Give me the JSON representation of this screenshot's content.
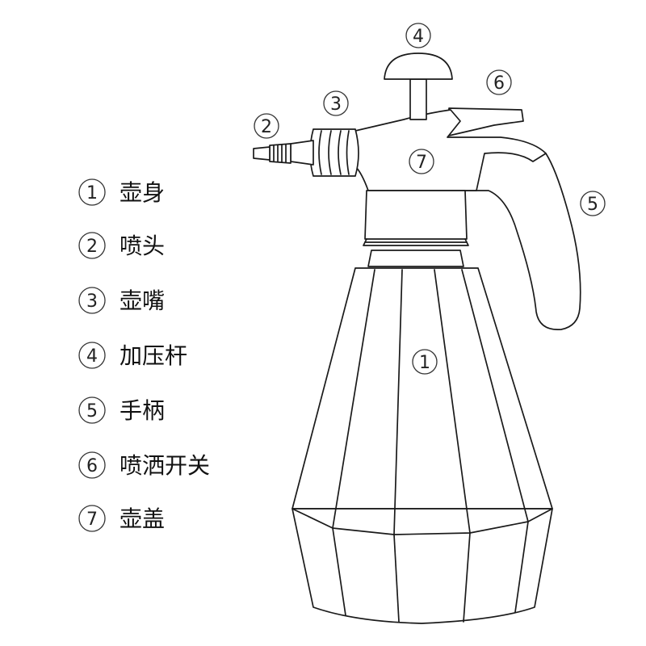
{
  "legend": [
    {
      "number": "1",
      "label": "壶身"
    },
    {
      "number": "2",
      "label": "喷头"
    },
    {
      "number": "3",
      "label": "壶嘴"
    },
    {
      "number": "4",
      "label": "加压杆"
    },
    {
      "number": "5",
      "label": "手柄"
    },
    {
      "number": "6",
      "label": "喷洒开关"
    },
    {
      "number": "7",
      "label": "壶盖"
    }
  ],
  "callouts": {
    "body": "1",
    "nozzle_head": "2",
    "spout": "3",
    "pressure_rod": "4",
    "handle": "5",
    "spray_switch": "6",
    "lid": "7"
  },
  "colors": {
    "line": "#1a1a1a",
    "background": "#ffffff"
  }
}
